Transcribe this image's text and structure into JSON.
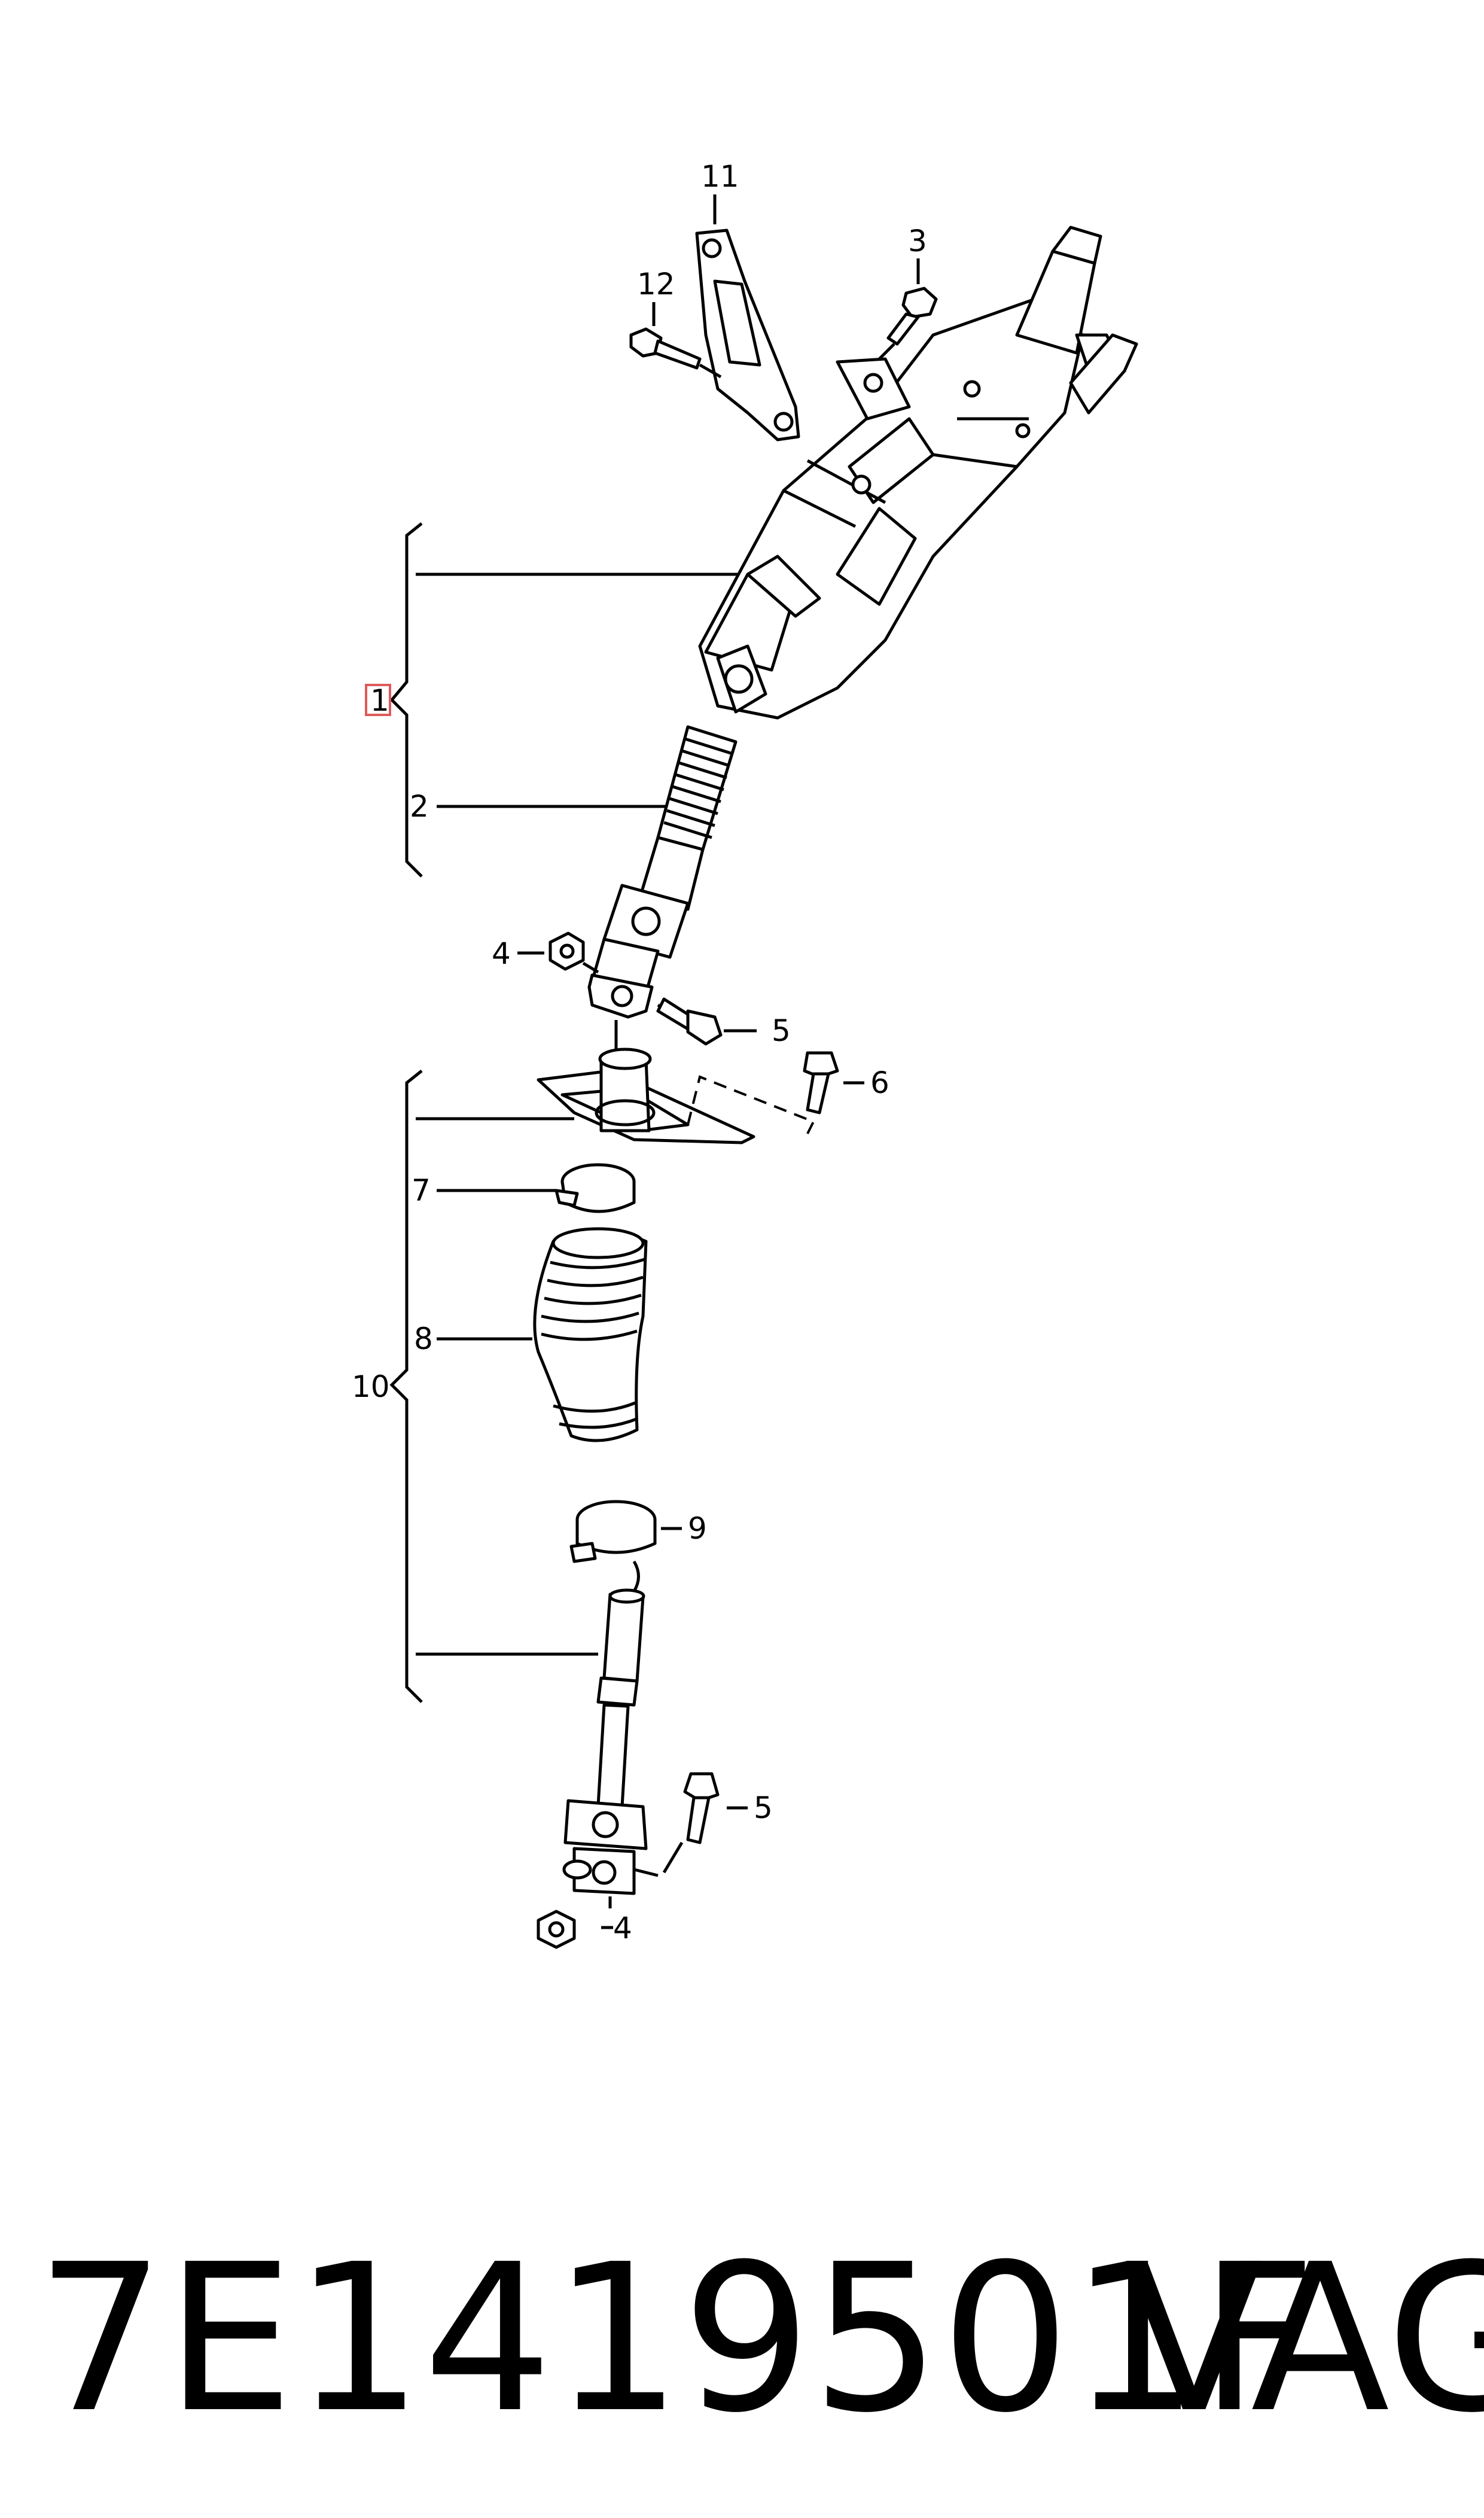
{
  "diagram": {
    "callouts": {
      "c1": "1",
      "c2": "2",
      "c3": "3",
      "c4a": "4",
      "c4b": "4",
      "c5a": "5",
      "c5b": "5",
      "c6": "6",
      "c7": "7",
      "c8": "8",
      "c9": "9",
      "c10": "10",
      "c11": "11",
      "c12": "12"
    },
    "highlight_color": "#e05a5a"
  },
  "footer": {
    "part_number": "7E1419501F",
    "brand": "VAG"
  }
}
